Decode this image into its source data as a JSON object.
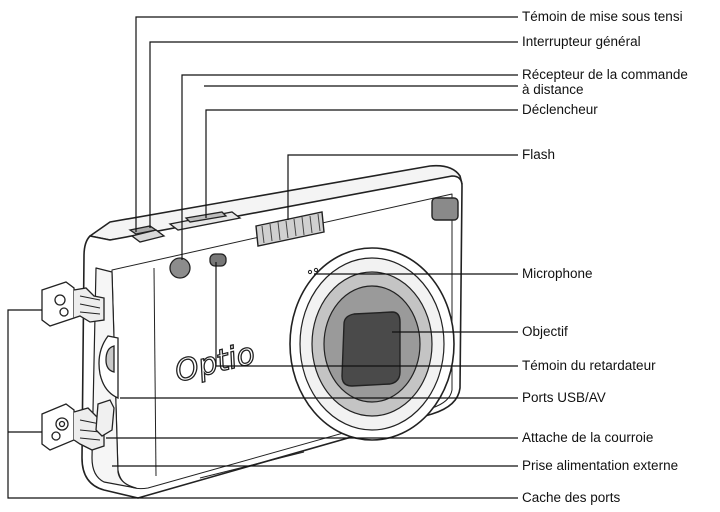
{
  "labels": [
    {
      "id": "power-lamp",
      "text": "Témoin de mise sous tensi"
    },
    {
      "id": "power-switch",
      "text": "Interrupteur général"
    },
    {
      "id": "remote-receiver",
      "text": "Récepteur de la commande"
    },
    {
      "id": "remote-receiver-2",
      "text": "à distance"
    },
    {
      "id": "shutter",
      "text": "Déclencheur"
    },
    {
      "id": "flash",
      "text": "Flash"
    },
    {
      "id": "microphone",
      "text": "Microphone"
    },
    {
      "id": "lens",
      "text": "Objectif"
    },
    {
      "id": "self-timer-lamp",
      "text": "Témoin du retardateur"
    },
    {
      "id": "usb-av",
      "text": "Ports USB/AV"
    },
    {
      "id": "strap-lug",
      "text": "Attache de la courroie"
    },
    {
      "id": "dc-input",
      "text": "Prise alimentation externe"
    },
    {
      "id": "port-cover",
      "text": "Cache des ports"
    }
  ],
  "camera": {
    "brand": "Optio"
  }
}
